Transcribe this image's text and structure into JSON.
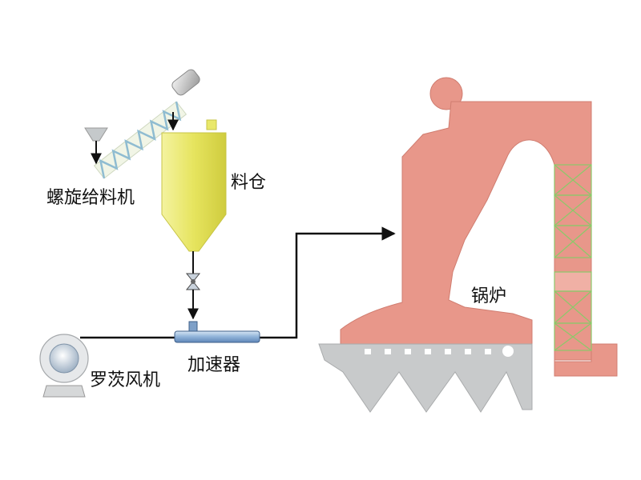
{
  "labels": {
    "screw_feeder": "螺旋给料机",
    "silo": "料仓",
    "accelerator": "加速器",
    "roots_blower": "罗茨风机",
    "boiler": "锅炉"
  },
  "colors": {
    "silo_yellow": "#e9e86a",
    "boiler_salmon": "#e8978a",
    "grate_gray": "#c8cacb",
    "pipe_black": "#111111",
    "accelerator_blue": "#8fb2d8",
    "lattice_green": "#8cc96a"
  }
}
